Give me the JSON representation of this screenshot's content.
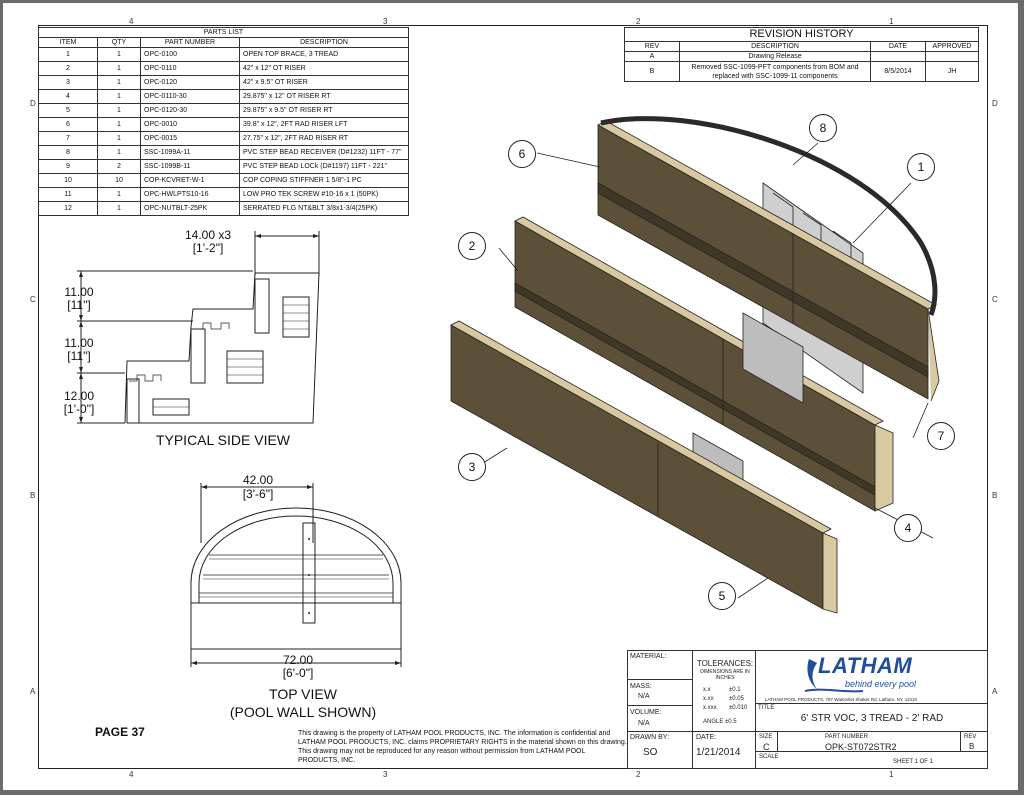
{
  "zones": {
    "top": [
      "4",
      "3",
      "2",
      "1"
    ],
    "side": [
      "D",
      "C",
      "B",
      "A"
    ]
  },
  "parts_list": {
    "title": "PARTS LIST",
    "headers": [
      "ITEM",
      "QTY",
      "PART NUMBER",
      "DESCRIPTION"
    ],
    "rows": [
      [
        "1",
        "1",
        "OPC-0100",
        "OPEN TOP BRACE, 3 TREAD"
      ],
      [
        "2",
        "1",
        "OPC-0110",
        "42\" x 12\" OT RISER"
      ],
      [
        "3",
        "1",
        "OPC-0120",
        "42\" x 9.5\" OT RISER"
      ],
      [
        "4",
        "1",
        "OPC-0110-30",
        "29.875\" x 12\" OT RISER RT"
      ],
      [
        "5",
        "1",
        "OPC-0120-30",
        "29.875\" x 9.5\" OT RISER RT"
      ],
      [
        "6",
        "1",
        "OPC-0010",
        "39.8\" x 12\", 2FT RAD RISER LFT"
      ],
      [
        "7",
        "1",
        "OPC-0015",
        "27.75\" x 12\", 2FT RAD RISER RT"
      ],
      [
        "8",
        "1",
        "SSC-1099A-11",
        "PVC STEP BEAD RECEIVER (D#1232) 11FT - 77\""
      ],
      [
        "9",
        "2",
        "SSC-1099B-11",
        "PVC STEP BEAD LOCk (D#1197) 11FT - 221\""
      ],
      [
        "10",
        "10",
        "COP-KCVRET-W-1",
        "COP COPING STIFFNER 1 5/8\"-1 PC"
      ],
      [
        "11",
        "1",
        "OPC-HWLPTS10-16",
        "LOW PRO TEK SCREW #10-16 x 1 (50PK)"
      ],
      [
        "12",
        "1",
        "OPC-NUTBLT-25PK",
        "SERRATED FLG NT&BLT 3/8x1-3/4(25PK)"
      ]
    ]
  },
  "revision_history": {
    "title": "REVISION HISTORY",
    "headers": [
      "REV",
      "DESCRIPTION",
      "DATE",
      "APPROVED"
    ],
    "rows": [
      [
        "A",
        "Drawing Release",
        "",
        ""
      ],
      [
        "B",
        "Removed SSC-1099-PFT components from BOM and replaced with SSC-1099-11 components",
        "8/5/2014",
        "JH"
      ]
    ]
  },
  "side_view": {
    "title": "TYPICAL SIDE VIEW",
    "dim_top": "14.00  x3",
    "dim_top_ft": "[1'-2\"]",
    "dims": [
      {
        "v": "11.00",
        "ft": "[11\"]"
      },
      {
        "v": "11.00",
        "ft": "[11\"]"
      },
      {
        "v": "12.00",
        "ft": "[1'-0\"]"
      }
    ]
  },
  "top_view": {
    "title": "TOP VIEW",
    "subtitle": "(POOL WALL SHOWN)",
    "dim_top": "42.00",
    "dim_top_ft": "[3'-6\"]",
    "dim_bottom": "72.00",
    "dim_bottom_ft": "[6'-0\"]"
  },
  "callouts": [
    "1",
    "2",
    "3",
    "4",
    "5",
    "6",
    "7",
    "8"
  ],
  "page_label": "PAGE 37",
  "disclaimer": "This drawing is the property of LATHAM POOL PRODUCTS, INC. The information is confidential and LATHAM POOL PRODUCTS, INC. claims PROPRIETARY RIGHTS in the material shown on this drawing. This drawing may not be reproduced for any reason without permission from LATHAM POOL PRODUCTS, INC.",
  "title_block": {
    "material_label": "MATERIAL:",
    "mass_label": "MASS:",
    "mass": "N/A",
    "volume_label": "VOLUME:",
    "volume": "N/A",
    "drawn_by_label": "DRAWN BY:",
    "drawn_by": "SO",
    "date_label": "DATE:",
    "date": "1/21/2014",
    "tolerances_title": "TOLERANCES:",
    "tolerances_sub": "DIMENSIONS ARE IN INCHES",
    "tol_rows": [
      [
        "x.x",
        "±0.1"
      ],
      [
        "x.xx",
        "±0.05"
      ],
      [
        "x.xxx",
        "±0.010"
      ]
    ],
    "angle": "ANGLE  ±0.5",
    "logo_name": "LATHAM",
    "logo_tagline": "behind every pool",
    "company_address": "LATHAM POOL PRODUCTS, 787 Watervliet Shaker Rd, Latham, NY, 12110",
    "title_label": "TITLE",
    "title": "6' STR VOC, 3 TREAD - 2' RAD",
    "size_label": "SIZE",
    "size": "C",
    "part_label": "PART NUMBER",
    "part": "OPK-ST072STR2",
    "rev_label": "REV",
    "rev": "B",
    "scale_label": "SCALE",
    "sheet": "SHEET 1  OF 1"
  },
  "colors": {
    "panel": "#5c5138",
    "panel_dark": "#3f3826",
    "wood": "#d9c9a0",
    "line": "#222222",
    "logo_blue": "#1f4f9a"
  }
}
